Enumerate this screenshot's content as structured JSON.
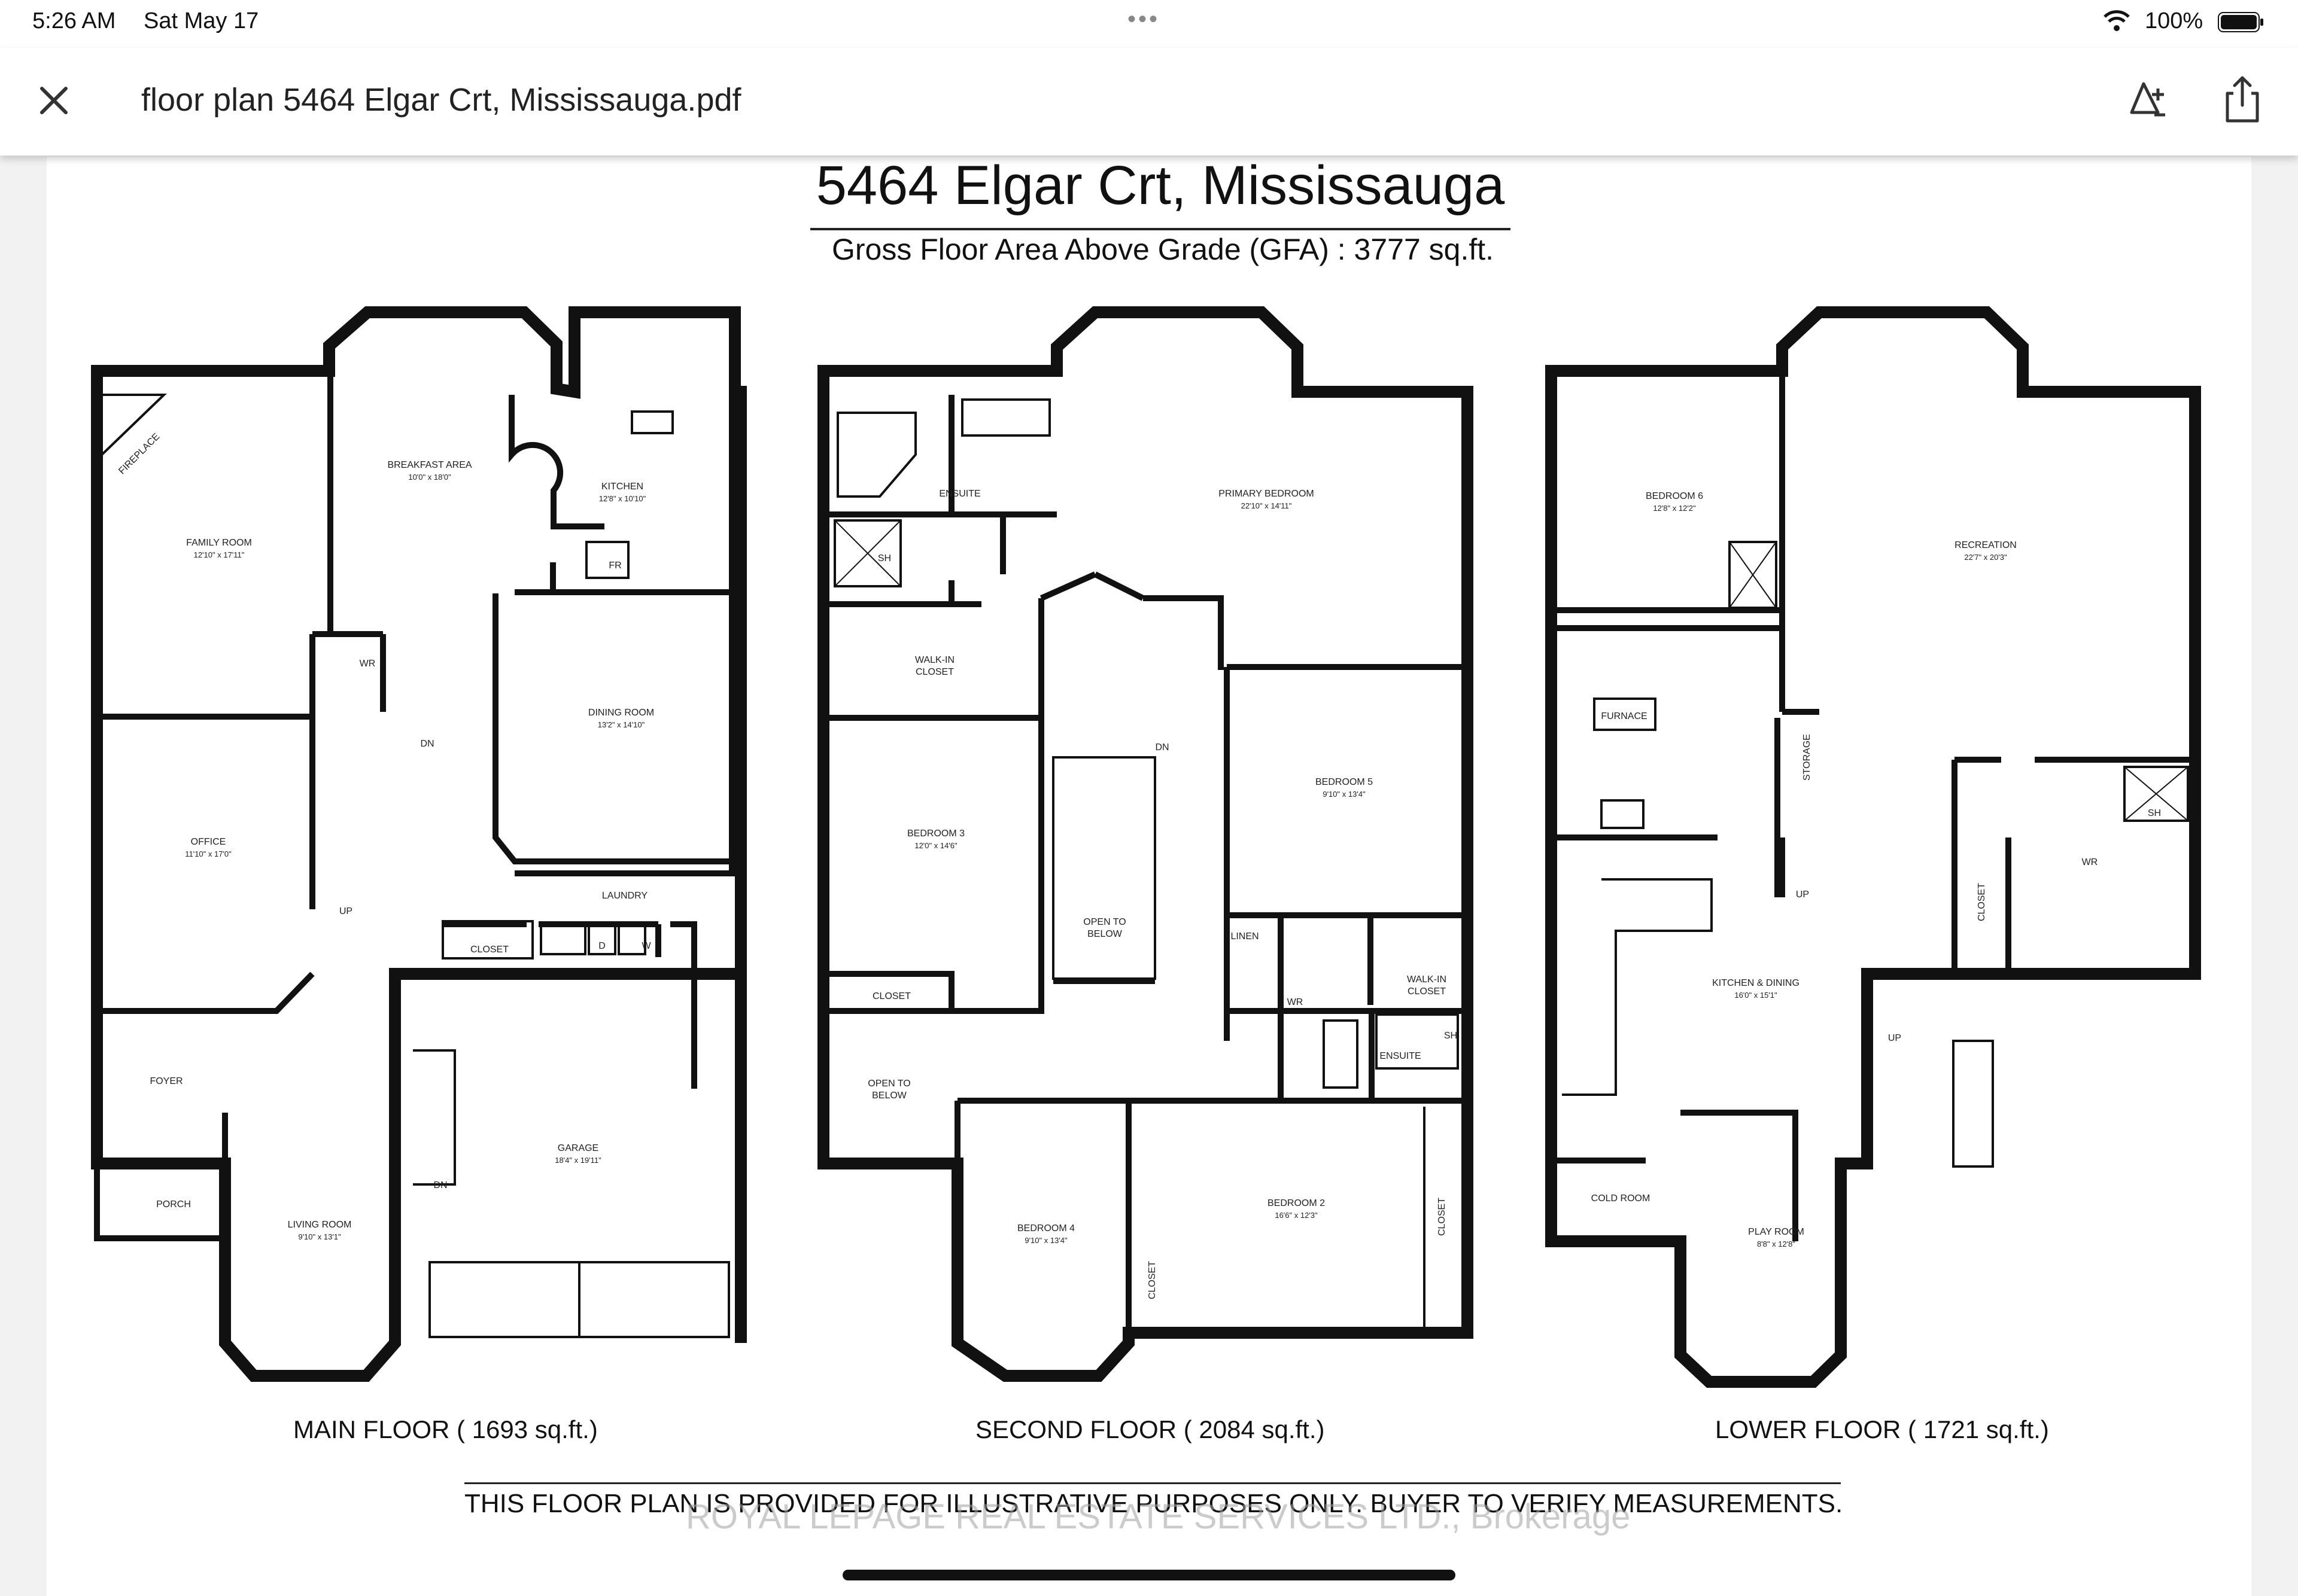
{
  "status_bar": {
    "time": "5:26 AM",
    "date": "Sat May 17",
    "battery": "100%",
    "dots": "•••"
  },
  "toolbar": {
    "document_title": "floor plan  5464 Elgar Crt, Mississauga.pdf"
  },
  "document": {
    "title": "5464 Elgar Crt, Mississauga",
    "gfa": "Gross Floor Area Above Grade  (GFA) : 3777 sq.ft.",
    "disclaimer": "THIS FLOOR PLAN IS PROVIDED FOR ILLUSTRATIVE PURPOSES ONLY. BUYER TO VERIFY MEASUREMENTS.",
    "watermark": "ROYAL LEPAGE REAL ESTATE SERVICES LTD., Brokerage",
    "floors": {
      "main": {
        "label": "MAIN FLOOR ( 1693 sq.ft.)",
        "rooms": {
          "breakfast": {
            "name": "BREAKFAST AREA",
            "dim": "10'0\" x 18'0\""
          },
          "kitchen": {
            "name": "KITCHEN",
            "dim": "12'8\" x 10'10\""
          },
          "family": {
            "name": "FAMILY ROOM",
            "dim": "12'10\" x 17'11\""
          },
          "dining": {
            "name": "DINING ROOM",
            "dim": "13'2\" x 14'10\""
          },
          "office": {
            "name": "OFFICE",
            "dim": "11'10\" x 17'0\""
          },
          "garage": {
            "name": "GARAGE",
            "dim": "18'4\" x 19'11\""
          },
          "living": {
            "name": "LIVING ROOM",
            "dim": "9'10\" x 13'1\""
          }
        },
        "labels": {
          "fireplace": "FIREPLACE",
          "fr": "FR",
          "wr": "WR",
          "dn": "DN",
          "up": "UP",
          "laundry": "LAUNDRY",
          "closet": "CLOSET",
          "d": "D",
          "w": "W",
          "foyer": "FOYER",
          "porch": "PORCH",
          "garage_dn": "DN"
        }
      },
      "second": {
        "label": "SECOND FLOOR ( 2084 sq.ft.)",
        "rooms": {
          "primary": {
            "name": "PRIMARY BEDROOM",
            "dim": "22'10\" x 14'11\""
          },
          "bed3": {
            "name": "BEDROOM 3",
            "dim": "12'0\" x 14'6\""
          },
          "bed5": {
            "name": "BEDROOM 5",
            "dim": "9'10\" x 13'4\""
          },
          "bed4": {
            "name": "BEDROOM 4",
            "dim": "9'10\" x 13'4\""
          },
          "bed2": {
            "name": "BEDROOM 2",
            "dim": "16'6\" x 12'3\""
          }
        },
        "labels": {
          "ensuite": "ENSUITE",
          "sh": "SH",
          "walkin": "WALK-IN",
          "closet": "CLOSET",
          "dn": "DN",
          "open_to": "OPEN TO",
          "below": "BELOW",
          "linen": "LINEN",
          "wr": "WR",
          "ensuite2": "ENSUITE",
          "sh2": "SH",
          "walkin2": "WALK-IN",
          "closet2": "CLOSET",
          "closet_bed3": "CLOSET",
          "open_to2": "OPEN TO",
          "below2": "BELOW",
          "closet_bed4": "CLOSET",
          "closet_bed2": "CLOSET"
        }
      },
      "lower": {
        "label": "LOWER FLOOR ( 1721 sq.ft.)",
        "rooms": {
          "bed6": {
            "name": "BEDROOM 6",
            "dim": "12'8\" x 12'2\""
          },
          "recreation": {
            "name": "RECREATION",
            "dim": "22'7\" x 20'3\""
          },
          "kitchen": {
            "name": "KITCHEN & DINING",
            "dim": "16'0\" x 15'1\""
          },
          "play": {
            "name": "PLAY ROOM",
            "dim": "8'8\" x 12'8\""
          }
        },
        "labels": {
          "furnace": "FURNACE",
          "storage": "STORAGE",
          "up": "UP",
          "sh": "SH",
          "wr": "WR",
          "closet": "CLOSET",
          "up2": "UP",
          "cold": "COLD ROOM"
        }
      }
    }
  },
  "colors": {
    "wall": "#111111",
    "page": "#ffffff",
    "backdrop": "#f2f2f2"
  },
  "icons": [
    "close-icon",
    "markup-icon",
    "share-icon",
    "wifi-icon",
    "battery-icon"
  ]
}
